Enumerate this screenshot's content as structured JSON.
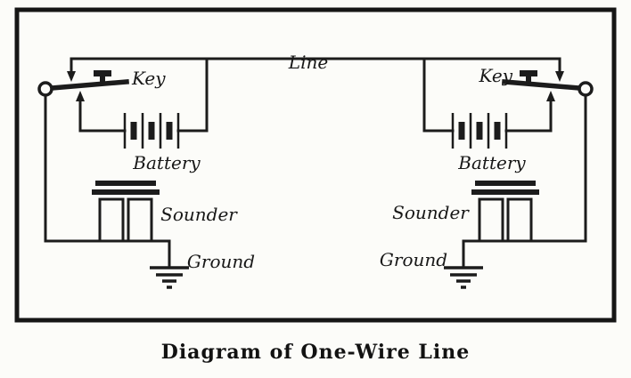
{
  "caption": "Diagram of One-Wire Line",
  "line_label": "Line",
  "stations": {
    "left": {
      "key_label": "Key",
      "battery_label": "Battery",
      "sounder_label": "Sounder",
      "ground_label": "Ground"
    },
    "right": {
      "key_label": "Key",
      "battery_label": "Battery",
      "sounder_label": "Sounder",
      "ground_label": "Ground"
    }
  },
  "colors": {
    "ink": "#1c1c1c",
    "paper": "#fcfcf9"
  }
}
